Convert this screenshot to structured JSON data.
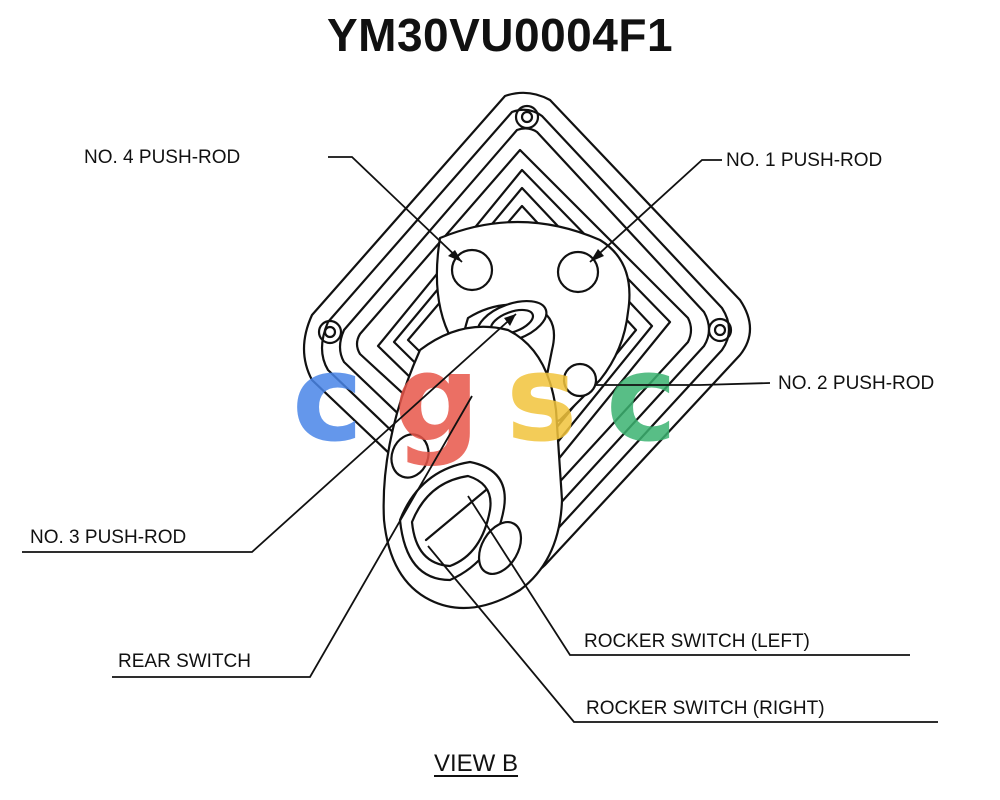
{
  "title": "YM30VU0004F1",
  "labels": {
    "push_rod_4": "NO. 4 PUSH-ROD",
    "push_rod_1": "NO. 1 PUSH-ROD",
    "push_rod_2": "NO. 2 PUSH-ROD",
    "push_rod_3": "NO. 3 PUSH-ROD",
    "rear_switch": "REAR SWITCH",
    "rocker_left": "ROCKER SWITCH (LEFT)",
    "rocker_right": "ROCKER SWITCH (RIGHT)"
  },
  "caption": "VIEW B",
  "watermark": {
    "text": "cgsc",
    "colors": [
      "#4a86e8",
      "#e8564a",
      "#f2c43c",
      "#3cb371"
    ]
  }
}
